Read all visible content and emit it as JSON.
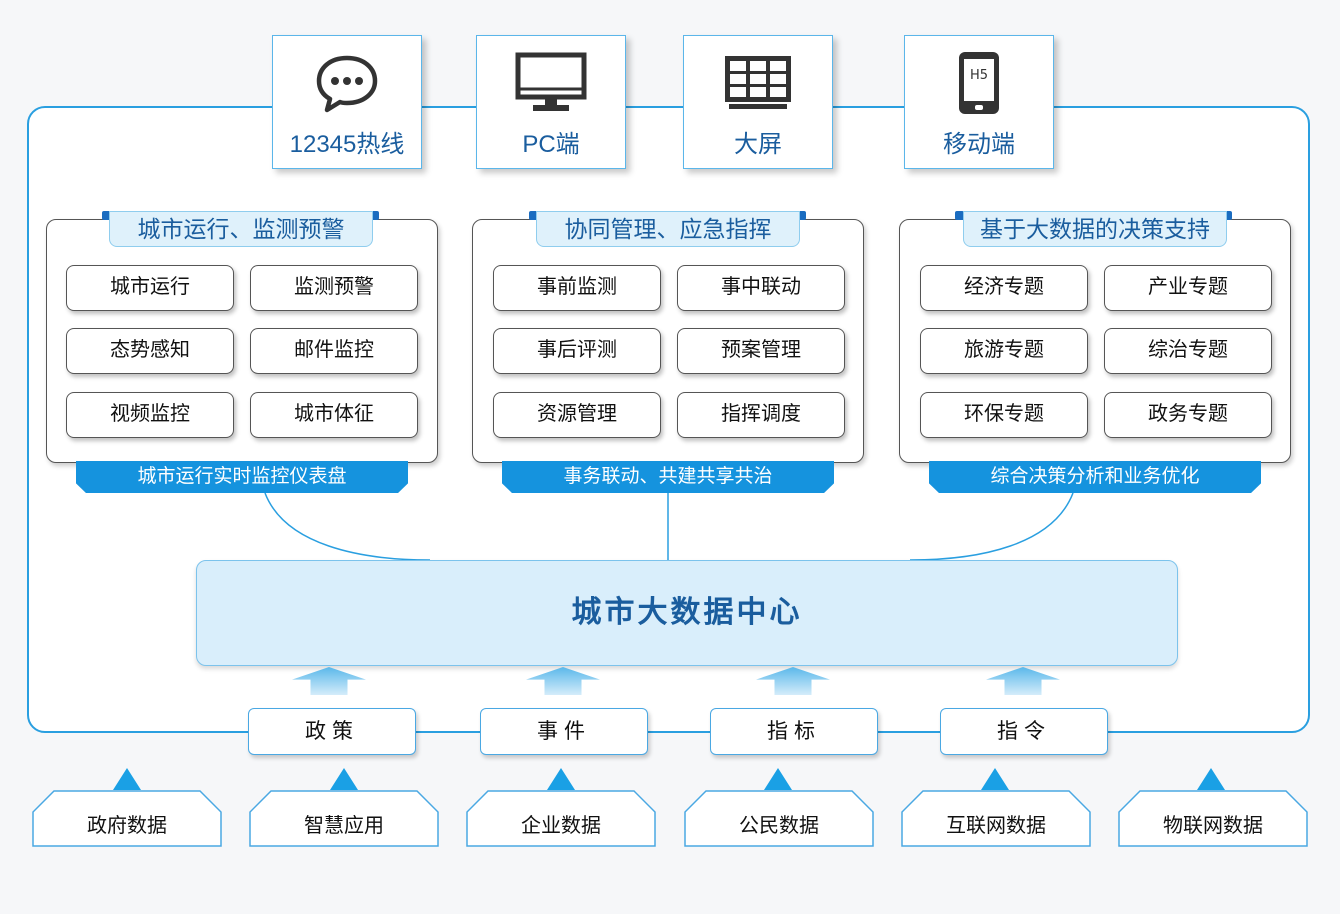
{
  "channels": [
    {
      "label": "12345热线",
      "icon": "chat-bubble-icon"
    },
    {
      "label": "PC端",
      "icon": "monitor-icon"
    },
    {
      "label": "大屏",
      "icon": "large-screen-icon"
    },
    {
      "label": "移动端",
      "icon": "mobile-phone-icon",
      "badge": "H5"
    }
  ],
  "panels": [
    {
      "title": "城市运行、监测预警",
      "items": [
        "城市运行",
        "监测预警",
        "态势感知",
        "邮件监控",
        "视频监控",
        "城市体征"
      ],
      "footer": "城市运行实时监控仪表盘"
    },
    {
      "title": "协同管理、应急指挥",
      "items": [
        "事前监测",
        "事中联动",
        "事后评测",
        "预案管理",
        "资源管理",
        "指挥调度"
      ],
      "footer": "事务联动、共建共享共治"
    },
    {
      "title": "基于大数据的决策支持",
      "items": [
        "经济专题",
        "产业专题",
        "旅游专题",
        "综治专题",
        "环保专题",
        "政务专题"
      ],
      "footer": "综合决策分析和业务优化"
    }
  ],
  "hub": {
    "label": "城市大数据中心"
  },
  "categories": [
    "政策",
    "事件",
    "指标",
    "指令"
  ],
  "sources": [
    "政府数据",
    "智慧应用",
    "企业数据",
    "公民数据",
    "互联网数据",
    "物联网数据"
  ],
  "colors": {
    "accent": "#1593de",
    "title_text": "#1a5d9e",
    "border": "#2a9fe0",
    "hub_fill": "#d9eefb"
  }
}
